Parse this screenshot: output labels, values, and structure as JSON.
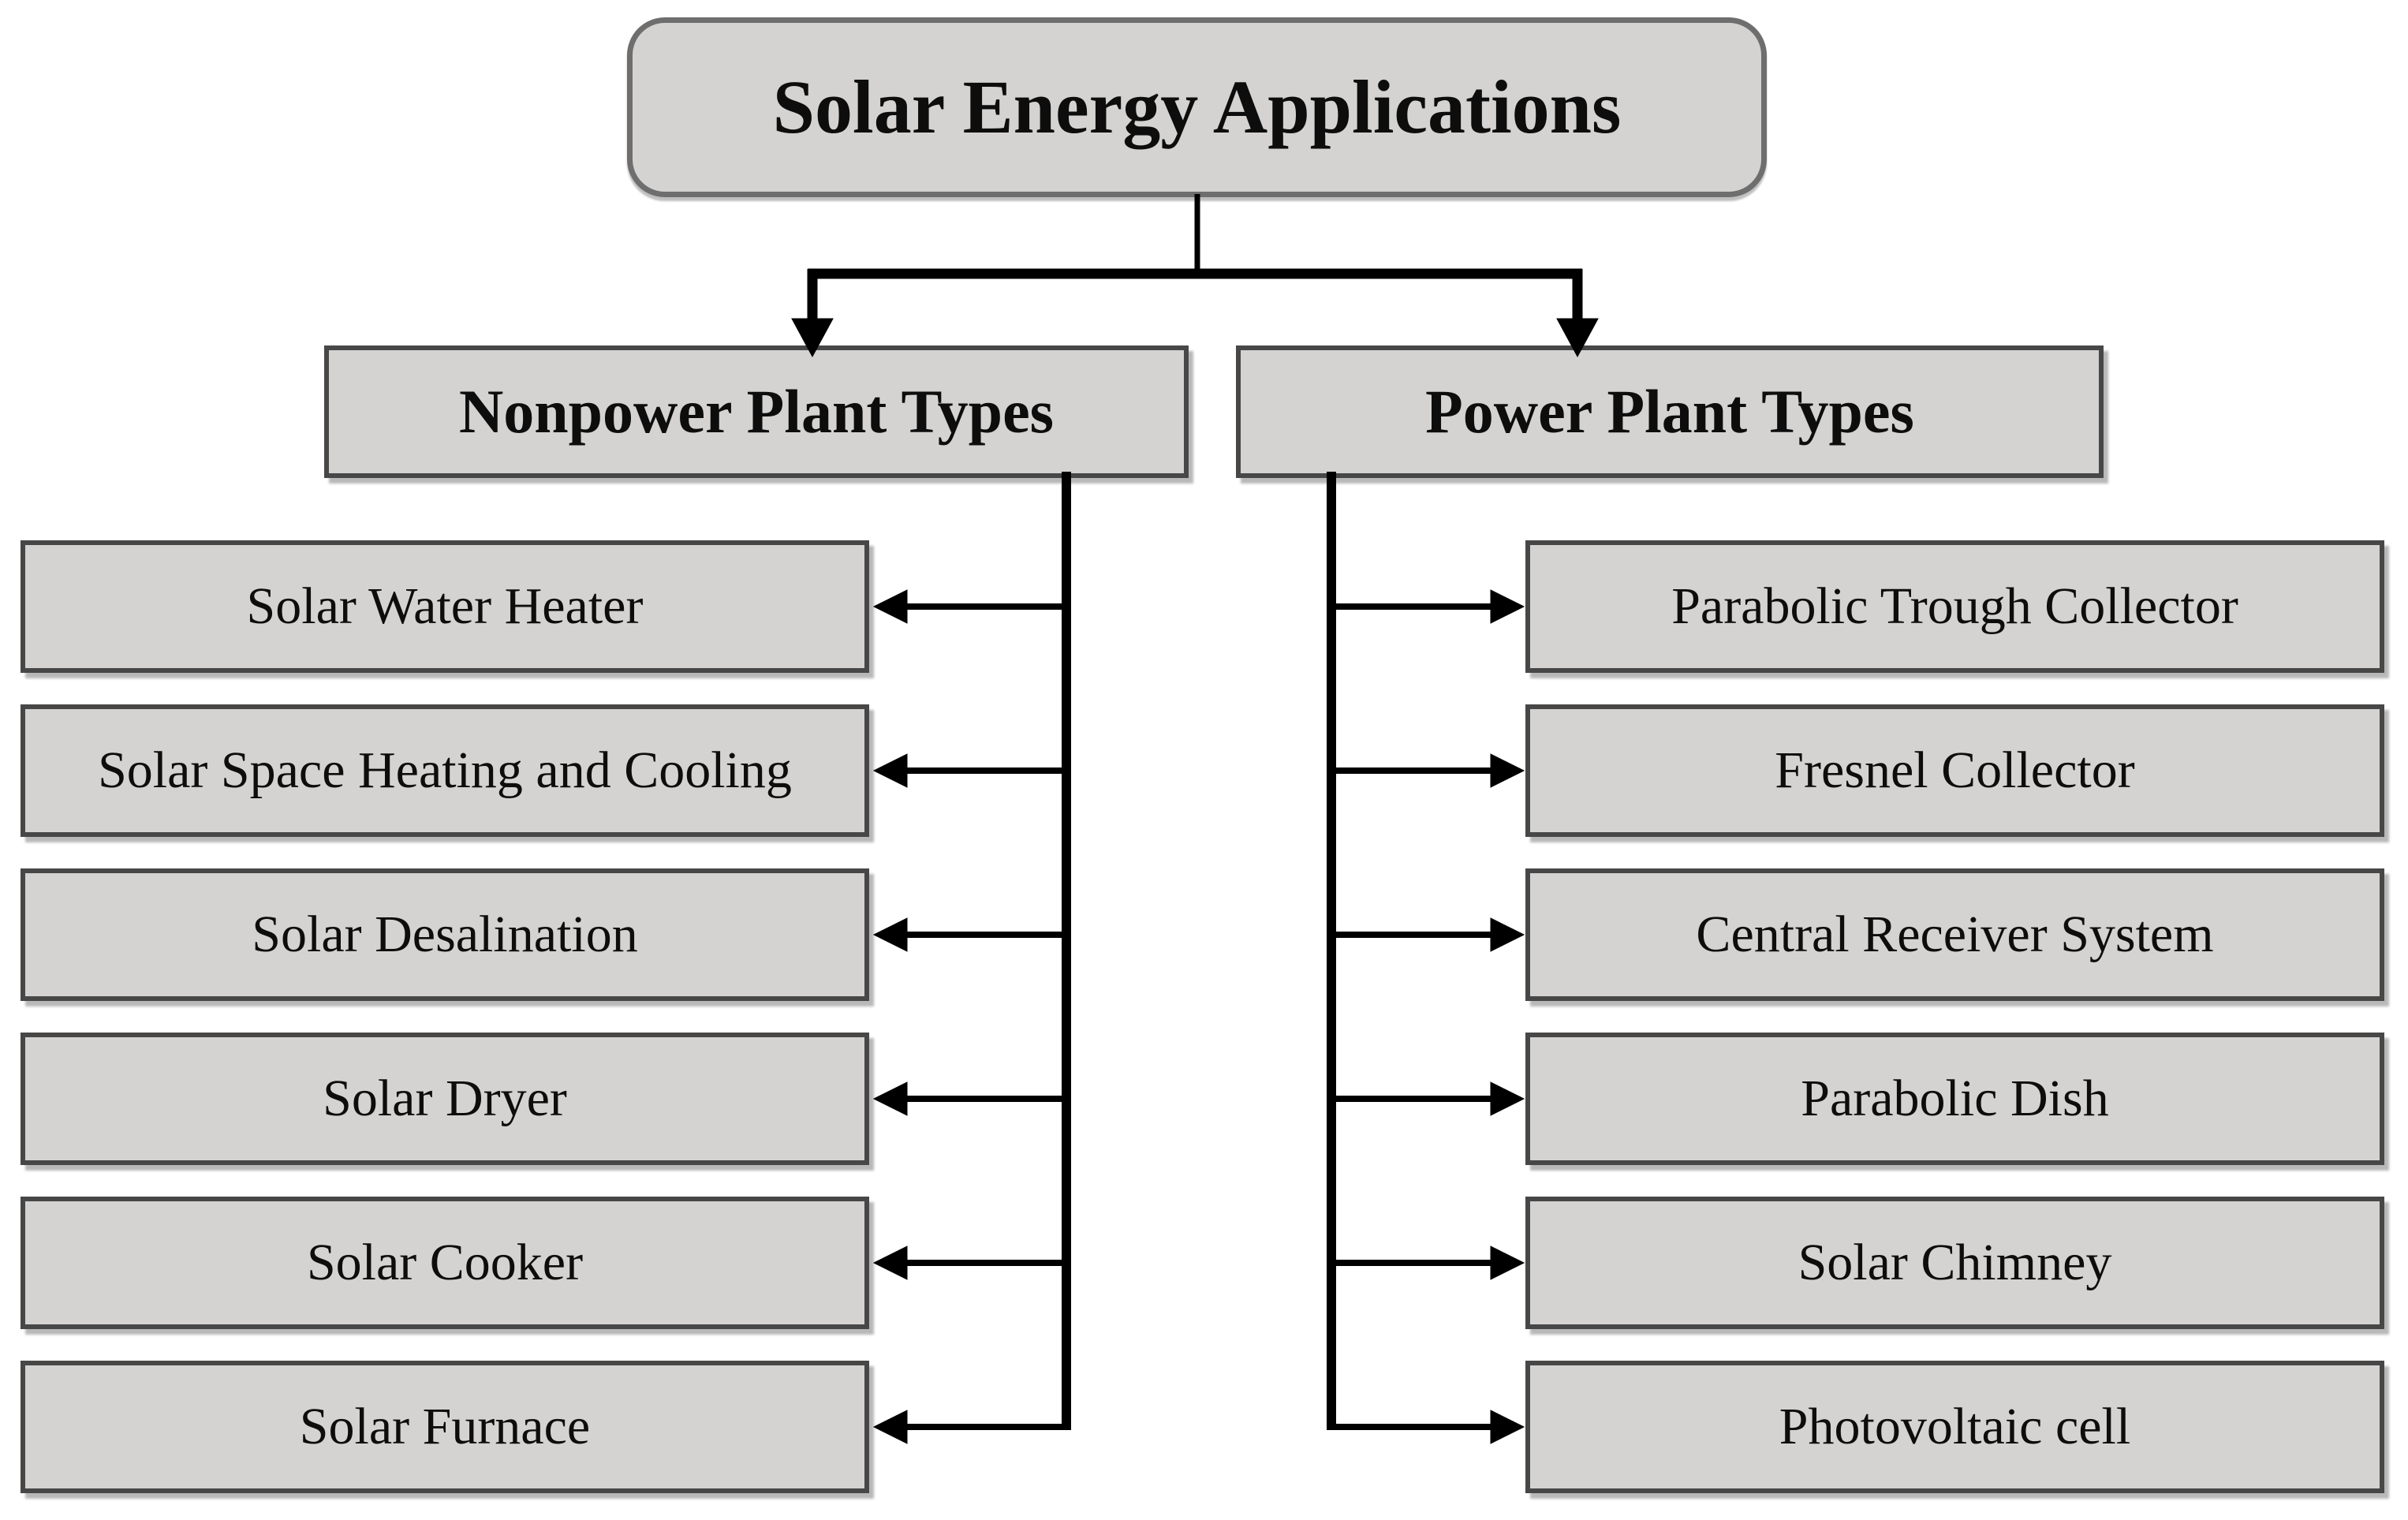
{
  "diagram": {
    "root": {
      "label": "Solar Energy Applications"
    },
    "branches": [
      {
        "label": "Nonpower Plant Types",
        "children": [
          {
            "label": "Solar Water Heater"
          },
          {
            "label": "Solar Space Heating and Cooling"
          },
          {
            "label": "Solar Desalination"
          },
          {
            "label": "Solar Dryer"
          },
          {
            "label": "Solar Cooker"
          },
          {
            "label": "Solar Furnace"
          }
        ]
      },
      {
        "label": "Power Plant Types",
        "children": [
          {
            "label": "Parabolic Trough Collector"
          },
          {
            "label": "Fresnel Collector"
          },
          {
            "label": "Central Receiver System"
          },
          {
            "label": "Parabolic Dish"
          },
          {
            "label": "Solar Chimney"
          },
          {
            "label": "Photovoltaic cell"
          }
        ]
      }
    ]
  },
  "colors": {
    "background": "#ffffff",
    "node_fill": "#d4d3d1",
    "node_border": "#474747",
    "title_border": "#6e6e6e",
    "connector": "#000000"
  }
}
